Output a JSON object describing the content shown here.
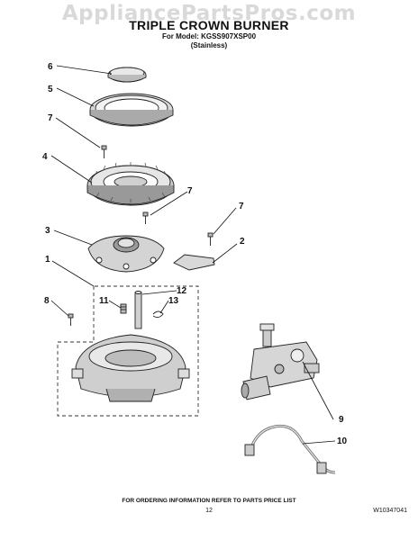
{
  "watermark": "AppliancePartsPros.com",
  "header": {
    "title": "TRIPLE CROWN BURNER",
    "model": "For Model: KGSS907XSP00",
    "finish": "(Stainless)"
  },
  "callouts": {
    "c6": "6",
    "c5": "5",
    "c7a": "7",
    "c4": "4",
    "c7b": "7",
    "c7c": "7",
    "c3": "3",
    "c2": "2",
    "c1": "1",
    "c12": "12",
    "c11": "11",
    "c13": "13",
    "c8": "8",
    "c9": "9",
    "c10": "10"
  },
  "footer": {
    "note": "FOR ORDERING INFORMATION REFER TO PARTS PRICE LIST",
    "page": "12",
    "doc_id": "W10347041"
  }
}
